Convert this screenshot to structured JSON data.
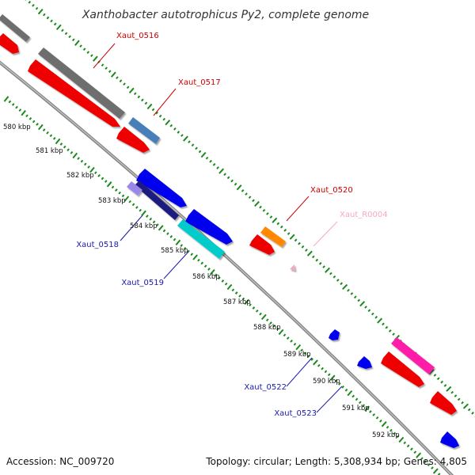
{
  "title": "Xanthobacter autotrophicus Py2, complete genome",
  "accession": "Accession: NC_009720",
  "summary": "Topology: circular; Length: 5,308,934 bp; Genes: 4,805",
  "kbp_ticks": [
    "580 kbp",
    "581 kbp",
    "582 kbp",
    "583 kbp",
    "584 kbp",
    "585 kbp",
    "586 kbp",
    "587 kbp",
    "588 kbp",
    "589 kbp",
    "590 kbp",
    "591 kbp",
    "592 kbp"
  ],
  "gene_labels": [
    {
      "name": "Xaut_0516",
      "color": "#cc0000"
    },
    {
      "name": "Xaut_0517",
      "color": "#cc0000"
    },
    {
      "name": "Xaut_0520",
      "color": "#cc0000"
    },
    {
      "name": "Xaut_R0004",
      "color": "#f4a8c8"
    },
    {
      "name": "Xaut_0518",
      "color": "#1a1aaa"
    },
    {
      "name": "Xaut_0519",
      "color": "#1a1aaa"
    },
    {
      "name": "Xaut_0522",
      "color": "#1a1aaa"
    },
    {
      "name": "Xaut_0523",
      "color": "#1a1aaa"
    }
  ],
  "colors": {
    "backbone": "#888888",
    "tick": "#1a8a1a",
    "red": "#ee0000",
    "gray": "#6e6e6e",
    "steelblue": "#4a7fb8",
    "blue": "#0000ee",
    "navy": "#1a1a80",
    "lavender": "#9a88e8",
    "cyan": "#00cccc",
    "orange": "#ff8800",
    "pink": "#f4a8c8",
    "magenta": "#ff1aa8"
  }
}
